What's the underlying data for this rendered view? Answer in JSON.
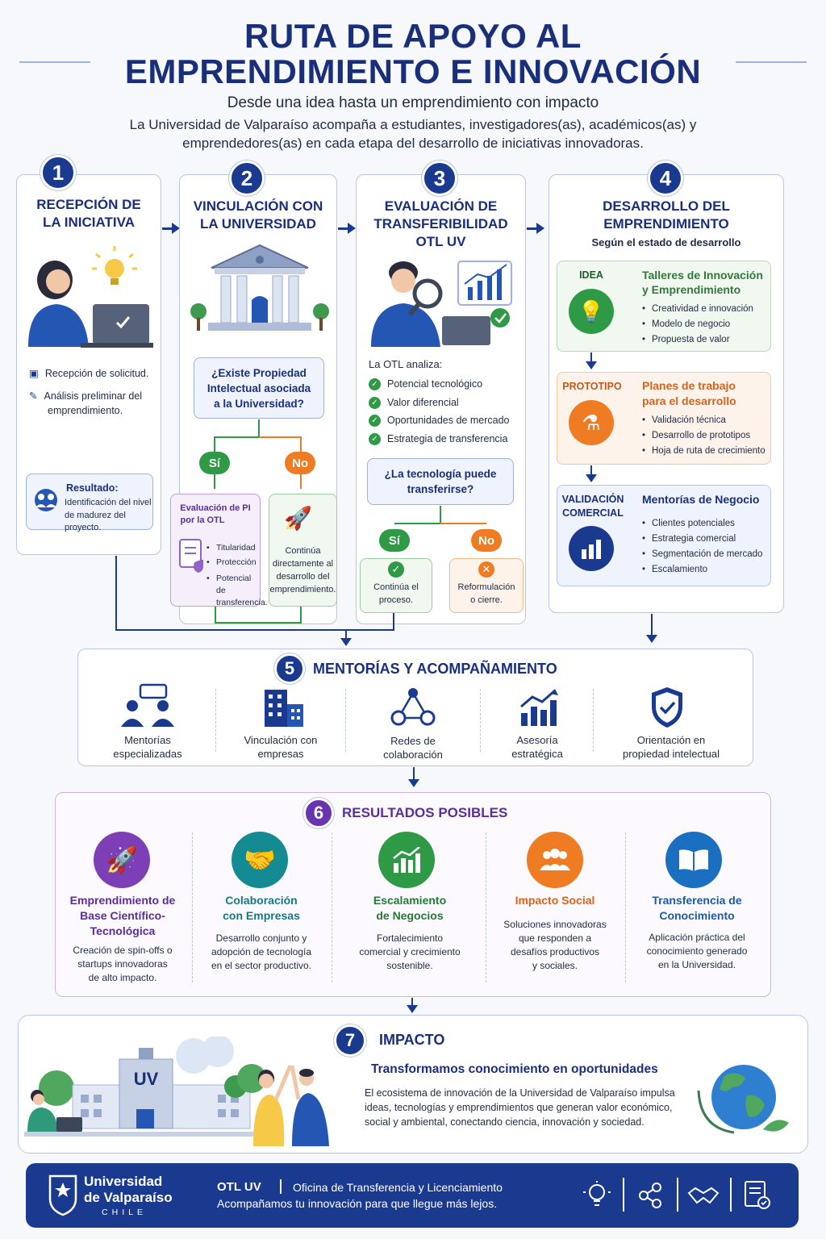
{
  "header": {
    "title_line1": "RUTA DE APOYO AL",
    "title_line2": "EMPRENDIMIENTO E INNOVACIÓN",
    "subtitle": "Desde una idea hasta un emprendimiento con impacto",
    "intro_line1": "La Universidad de Valparaíso acompaña a estudiantes, investigadores(as), académicos(as) y",
    "intro_line2": "emprendedores(as) en cada etapa del desarrollo de iniciativas innovadoras."
  },
  "step1": {
    "number": "1",
    "title_line1": "RECEPCIÓN DE",
    "title_line2": "LA INICIATIVA",
    "item1": "Recepción de solicitud.",
    "item2_line1": "Análisis preliminar del",
    "item2_line2": "emprendimiento.",
    "result_label": "Resultado:",
    "result_line1": "Identificación del nivel",
    "result_line2": "de madurez del proyecto."
  },
  "step2": {
    "number": "2",
    "title_line1": "VINCULACIÓN CON",
    "title_line2": "LA UNIVERSIDAD",
    "question_line1": "¿Existe Propiedad",
    "question_line2": "Intelectual asociada",
    "question_line3": "a la Universidad?",
    "yes": "Sí",
    "no": "No",
    "yes_box_title_line1": "Evaluación de PI",
    "yes_box_title_line2": "por la OTL",
    "yes_items": [
      "Titularidad",
      "Protección",
      "Potencial de transferencia."
    ],
    "no_box_line1": "Continúa",
    "no_box_line2": "directamente al",
    "no_box_line3": "desarrollo del",
    "no_box_line4": "emprendimiento."
  },
  "step3": {
    "number": "3",
    "title_line1": "EVALUACIÓN DE",
    "title_line2": "TRANSFERIBILIDAD",
    "title_line3": "OTL UV",
    "analyzes": "La OTL analiza:",
    "checks": [
      "Potencial tecnológico",
      "Valor diferencial",
      "Oportunidades de mercado",
      "Estrategia de transferencia"
    ],
    "question_line1": "¿La tecnología puede",
    "question_line2": "transferirse?",
    "yes": "Sí",
    "no": "No",
    "yes_result_line1": "Continúa el",
    "yes_result_line2": "proceso.",
    "no_result_line1": "Reformulación",
    "no_result_line2": "o cierre."
  },
  "step4": {
    "number": "4",
    "title_line1": "DESARROLLO DEL",
    "title_line2": "EMPRENDIMIENTO",
    "subtitle": "Según el estado de desarrollo",
    "stages": [
      {
        "label": "IDEA",
        "title_line1": "Talleres de Innovación",
        "title_line2": "y Emprendimiento",
        "items": [
          "Creatividad e innovación",
          "Modelo de negocio",
          "Propuesta de valor"
        ],
        "color": "#2f9a45"
      },
      {
        "label": "PROTOTIPO",
        "title_line1": "Planes de trabajo",
        "title_line2": "para el desarrollo",
        "items": [
          "Validación técnica",
          "Desarrollo de prototipos",
          "Hoja de ruta de crecimiento"
        ],
        "color": "#ef7b22"
      },
      {
        "label_line1": "VALIDACIÓN",
        "label_line2": "COMERCIAL",
        "title_line1": "Mentorías de Negocio",
        "items": [
          "Clientes potenciales",
          "Estrategia comercial",
          "Segmentación de mercado",
          "Escalamiento"
        ],
        "color": "#1a3a8f"
      }
    ]
  },
  "step5": {
    "number": "5",
    "title": "MENTORÍAS Y ACOMPAÑAMIENTO",
    "items": [
      {
        "line1": "Mentorías",
        "line2": "especializadas",
        "icon": "people-chat-icon"
      },
      {
        "line1": "Vinculación con",
        "line2": "empresas",
        "icon": "building-icon"
      },
      {
        "line1": "Redes de",
        "line2": "colaboración",
        "icon": "network-icon"
      },
      {
        "line1": "Asesoría",
        "line2": "estratégica",
        "icon": "growth-chart-icon"
      },
      {
        "line1": "Orientación en",
        "line2": "propiedad intelectual",
        "icon": "shield-check-icon"
      }
    ]
  },
  "step6": {
    "number": "6",
    "title": "RESULTADOS POSIBLES",
    "items": [
      {
        "t1": "Emprendimiento de",
        "t2": "Base Científico-",
        "t3": "Tecnológica",
        "d1": "Creación de spin-offs o",
        "d2": "startups innovadoras",
        "d3": "de alto impacto.",
        "color": "#7d3fb5",
        "icon": "rocket-icon"
      },
      {
        "t1": "Colaboración",
        "t2": "con Empresas",
        "t3": "",
        "d1": "Desarrollo conjunto y",
        "d2": "adopción de tecnología",
        "d3": "en el sector productivo.",
        "color": "#148a93",
        "icon": "handshake-icon"
      },
      {
        "t1": "Escalamiento",
        "t2": "de Negocios",
        "t3": "",
        "d1": "Fortalecimiento",
        "d2": "comercial y crecimiento",
        "d3": "sostenible.",
        "color": "#2f9a45",
        "icon": "growth-chart-icon"
      },
      {
        "t1": "Impacto Social",
        "t2": "",
        "t3": "",
        "d1": "Soluciones innovadoras",
        "d2": "que responden a",
        "d3": "desafíos productivos",
        "d4": "y sociales.",
        "color": "#ef7b22",
        "icon": "people-icon"
      },
      {
        "t1": "Transferencia de",
        "t2": "Conocimiento",
        "t3": "",
        "d1": "Aplicación práctica del",
        "d2": "conocimiento generado",
        "d3": "en la Universidad.",
        "color": "#1a6fc0",
        "icon": "book-icon"
      }
    ]
  },
  "step7": {
    "number": "7",
    "title": "IMPACTO",
    "headline": "Transformamos conocimiento en oportunidades",
    "body_line1": "El ecosistema de innovación de la Universidad de Valparaíso impulsa",
    "body_line2": "ideas, tecnologías y emprendimientos que generan valor económico,",
    "body_line3": "social y ambiental, conectando ciencia, innovación y sociedad.",
    "building_label": "UV"
  },
  "footer": {
    "logo_line1": "Universidad",
    "logo_line2": "de Valparaíso",
    "logo_line3": "CHILE",
    "otl": "OTL UV",
    "office": "Oficina de Transferencia y Licenciamiento",
    "tagline": "Acompañamos tu innovación para que llegue más lejos.",
    "icons": [
      "lightbulb-icon",
      "share-icon",
      "handshake-icon",
      "certificate-icon"
    ]
  }
}
